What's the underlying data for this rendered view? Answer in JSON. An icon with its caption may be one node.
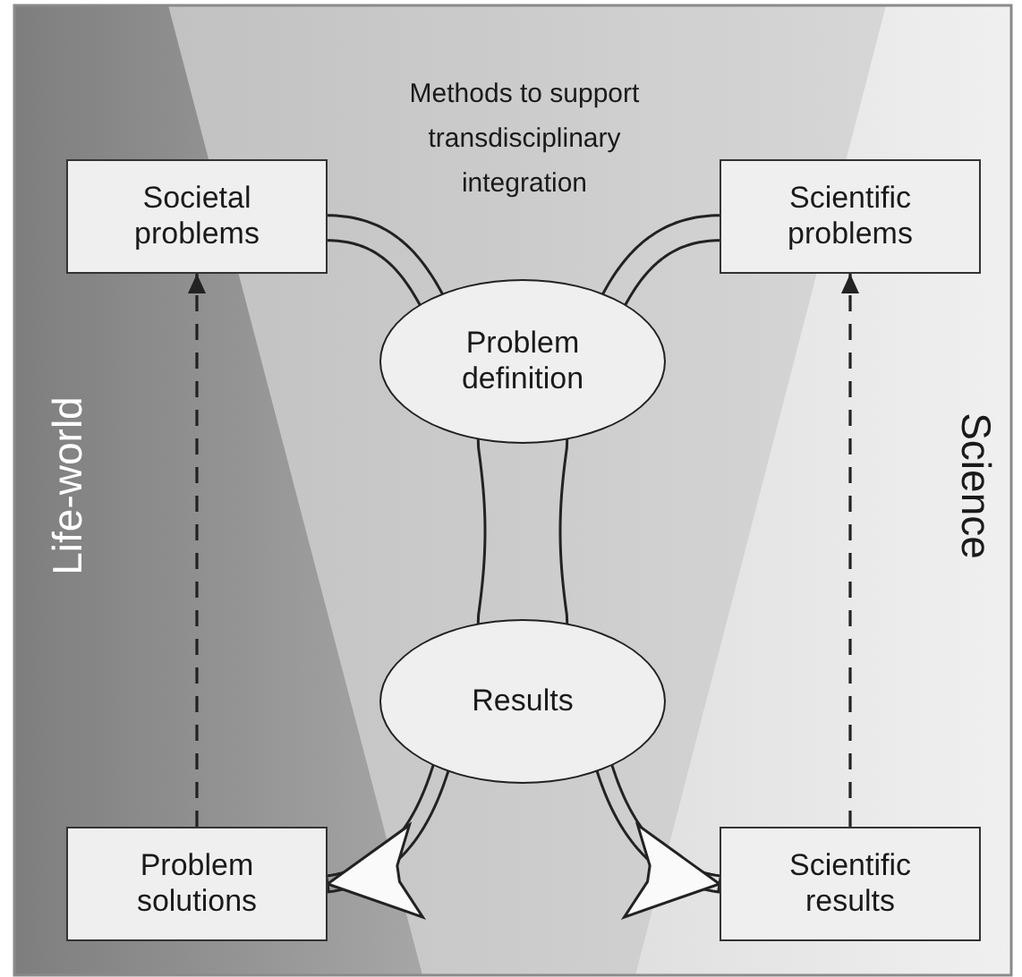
{
  "diagram": {
    "nodes": [
      {
        "text": [
          "Societal problems"
        ]
      },
      {
        "text": [
          "Scientific problems"
        ]
      },
      {
        "text": [
          "Problem definition"
        ]
      },
      {
        "text": [
          "Results"
        ]
      },
      {
        "text": [
          "Problem solutions"
        ]
      },
      {
        "text": [
          "Scientific results"
        ]
      }
    ],
    "edges": [
      {
        "from": 0,
        "to": 2,
        "arrow": "none"
      },
      {
        "from": 1,
        "to": 2,
        "arrow": "none"
      },
      {
        "from": 2,
        "to": 3,
        "arrow": "none"
      },
      {
        "from": 3,
        "to": 4,
        "arrow": "to"
      },
      {
        "from": 3,
        "to": 5,
        "arrow": "to"
      },
      {
        "from": 4,
        "to": 0,
        "arrow": "to",
        "style": "dashed"
      },
      {
        "from": 5,
        "to": 1,
        "arrow": "to",
        "style": "dashed"
      }
    ],
    "labels": [
      "Methods to support transdisciplinary integration",
      "Life-world",
      "Science"
    ]
  }
}
